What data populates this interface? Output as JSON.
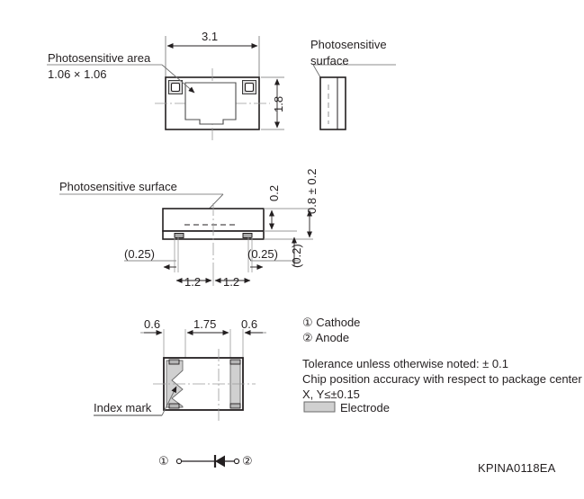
{
  "drawing": {
    "part_number": "KPINA0118EA",
    "views": {
      "top": {
        "callout_line1": "Photosensitive area",
        "callout_line2": "1.06 × 1.06",
        "dim_width": "3.1",
        "dim_height": "1.8"
      },
      "side_end": {
        "callout_line1": "Photosensitive",
        "callout_line2": "surface"
      },
      "side": {
        "callout": "Photosensitive surface",
        "dim_top_thickness": "0.2",
        "dim_total_height": "0.8 ± 0.2",
        "dim_foot": "(0.2)",
        "dim_left_inset": "(0.25)",
        "dim_right_inset": "(0.25)",
        "dim_pitch_left": "1.2",
        "dim_pitch_right": "1.2"
      },
      "bottom": {
        "dim_pad_left": "0.6",
        "dim_gap": "1.75",
        "dim_pad_right": "0.6",
        "callout_index": "Index mark"
      }
    },
    "legend": {
      "pin1": "① Cathode",
      "pin2": "② Anode",
      "tolerance": "Tolerance unless otherwise noted: ± 0.1",
      "chip_accuracy_line1": "Chip position accuracy with respect to package center",
      "chip_accuracy_line2": "X, Y≤±0.15",
      "electrode_label": "Electrode"
    },
    "schematic": {
      "pin1_label": "①",
      "pin2_label": "②"
    },
    "colors": {
      "ink": "#231f20",
      "electrode_fill": "#d0d0d0",
      "thin_line": "#808080",
      "body_line": "#231f20"
    }
  }
}
